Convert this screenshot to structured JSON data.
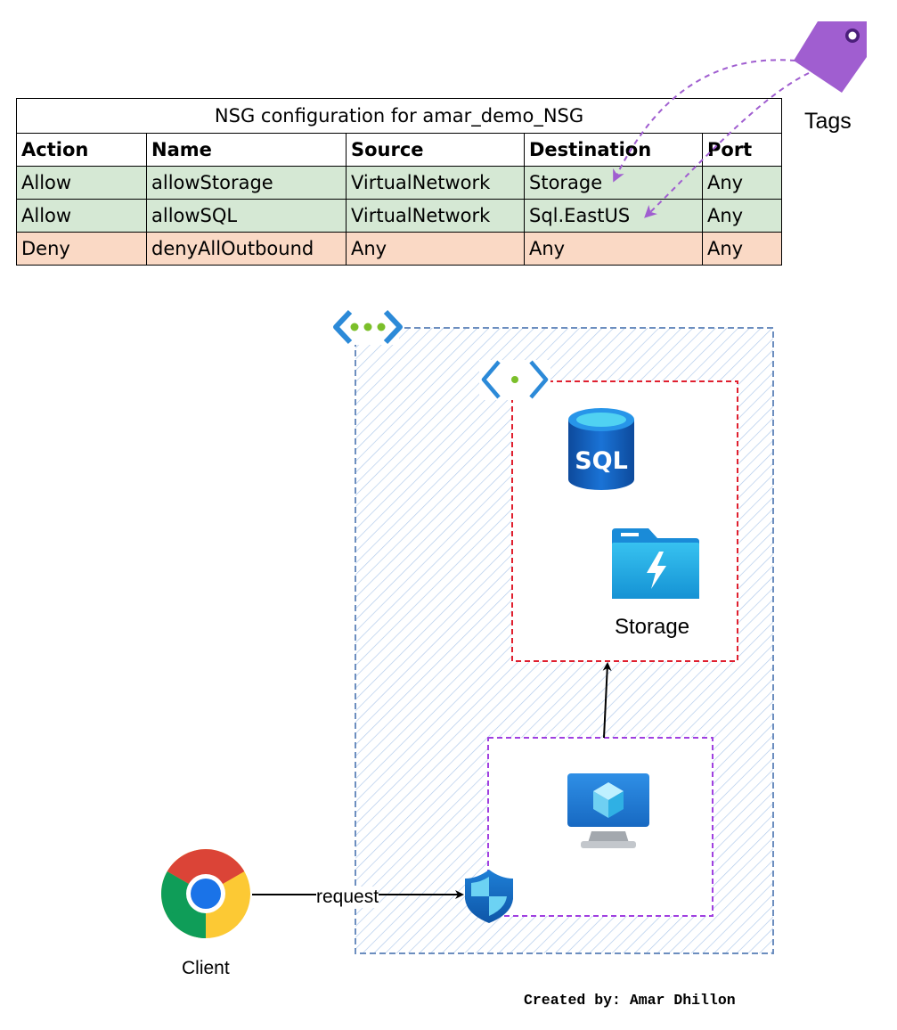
{
  "nsg_table": {
    "title": "NSG configuration for amar_demo_NSG",
    "headers": [
      "Action",
      "Name",
      "Source",
      "Destination",
      "Port"
    ],
    "rows": [
      [
        "Allow",
        "allowStorage",
        "VirtualNetwork",
        "Storage",
        "Any"
      ],
      [
        "Allow",
        "allowSQL",
        "VirtualNetwork",
        "Sql.EastUS",
        "Any"
      ],
      [
        "Deny",
        "denyAllOutbound",
        "Any",
        "Any",
        "Any"
      ]
    ],
    "allow_color": "#d5e8d4",
    "deny_color": "#fad9c5"
  },
  "tags": {
    "label": "Tags",
    "color": "#a05ed0"
  },
  "diagram": {
    "sql_icon_text": "SQL",
    "storage_label": "Storage",
    "client_label": "Client",
    "request_label": "request",
    "vnet_border_color": "#6c8ebf",
    "subnet_data_border_color": "#e0202f",
    "subnet_vm_border_color": "#a040e0"
  },
  "credit": "Created by: Amar Dhillon"
}
